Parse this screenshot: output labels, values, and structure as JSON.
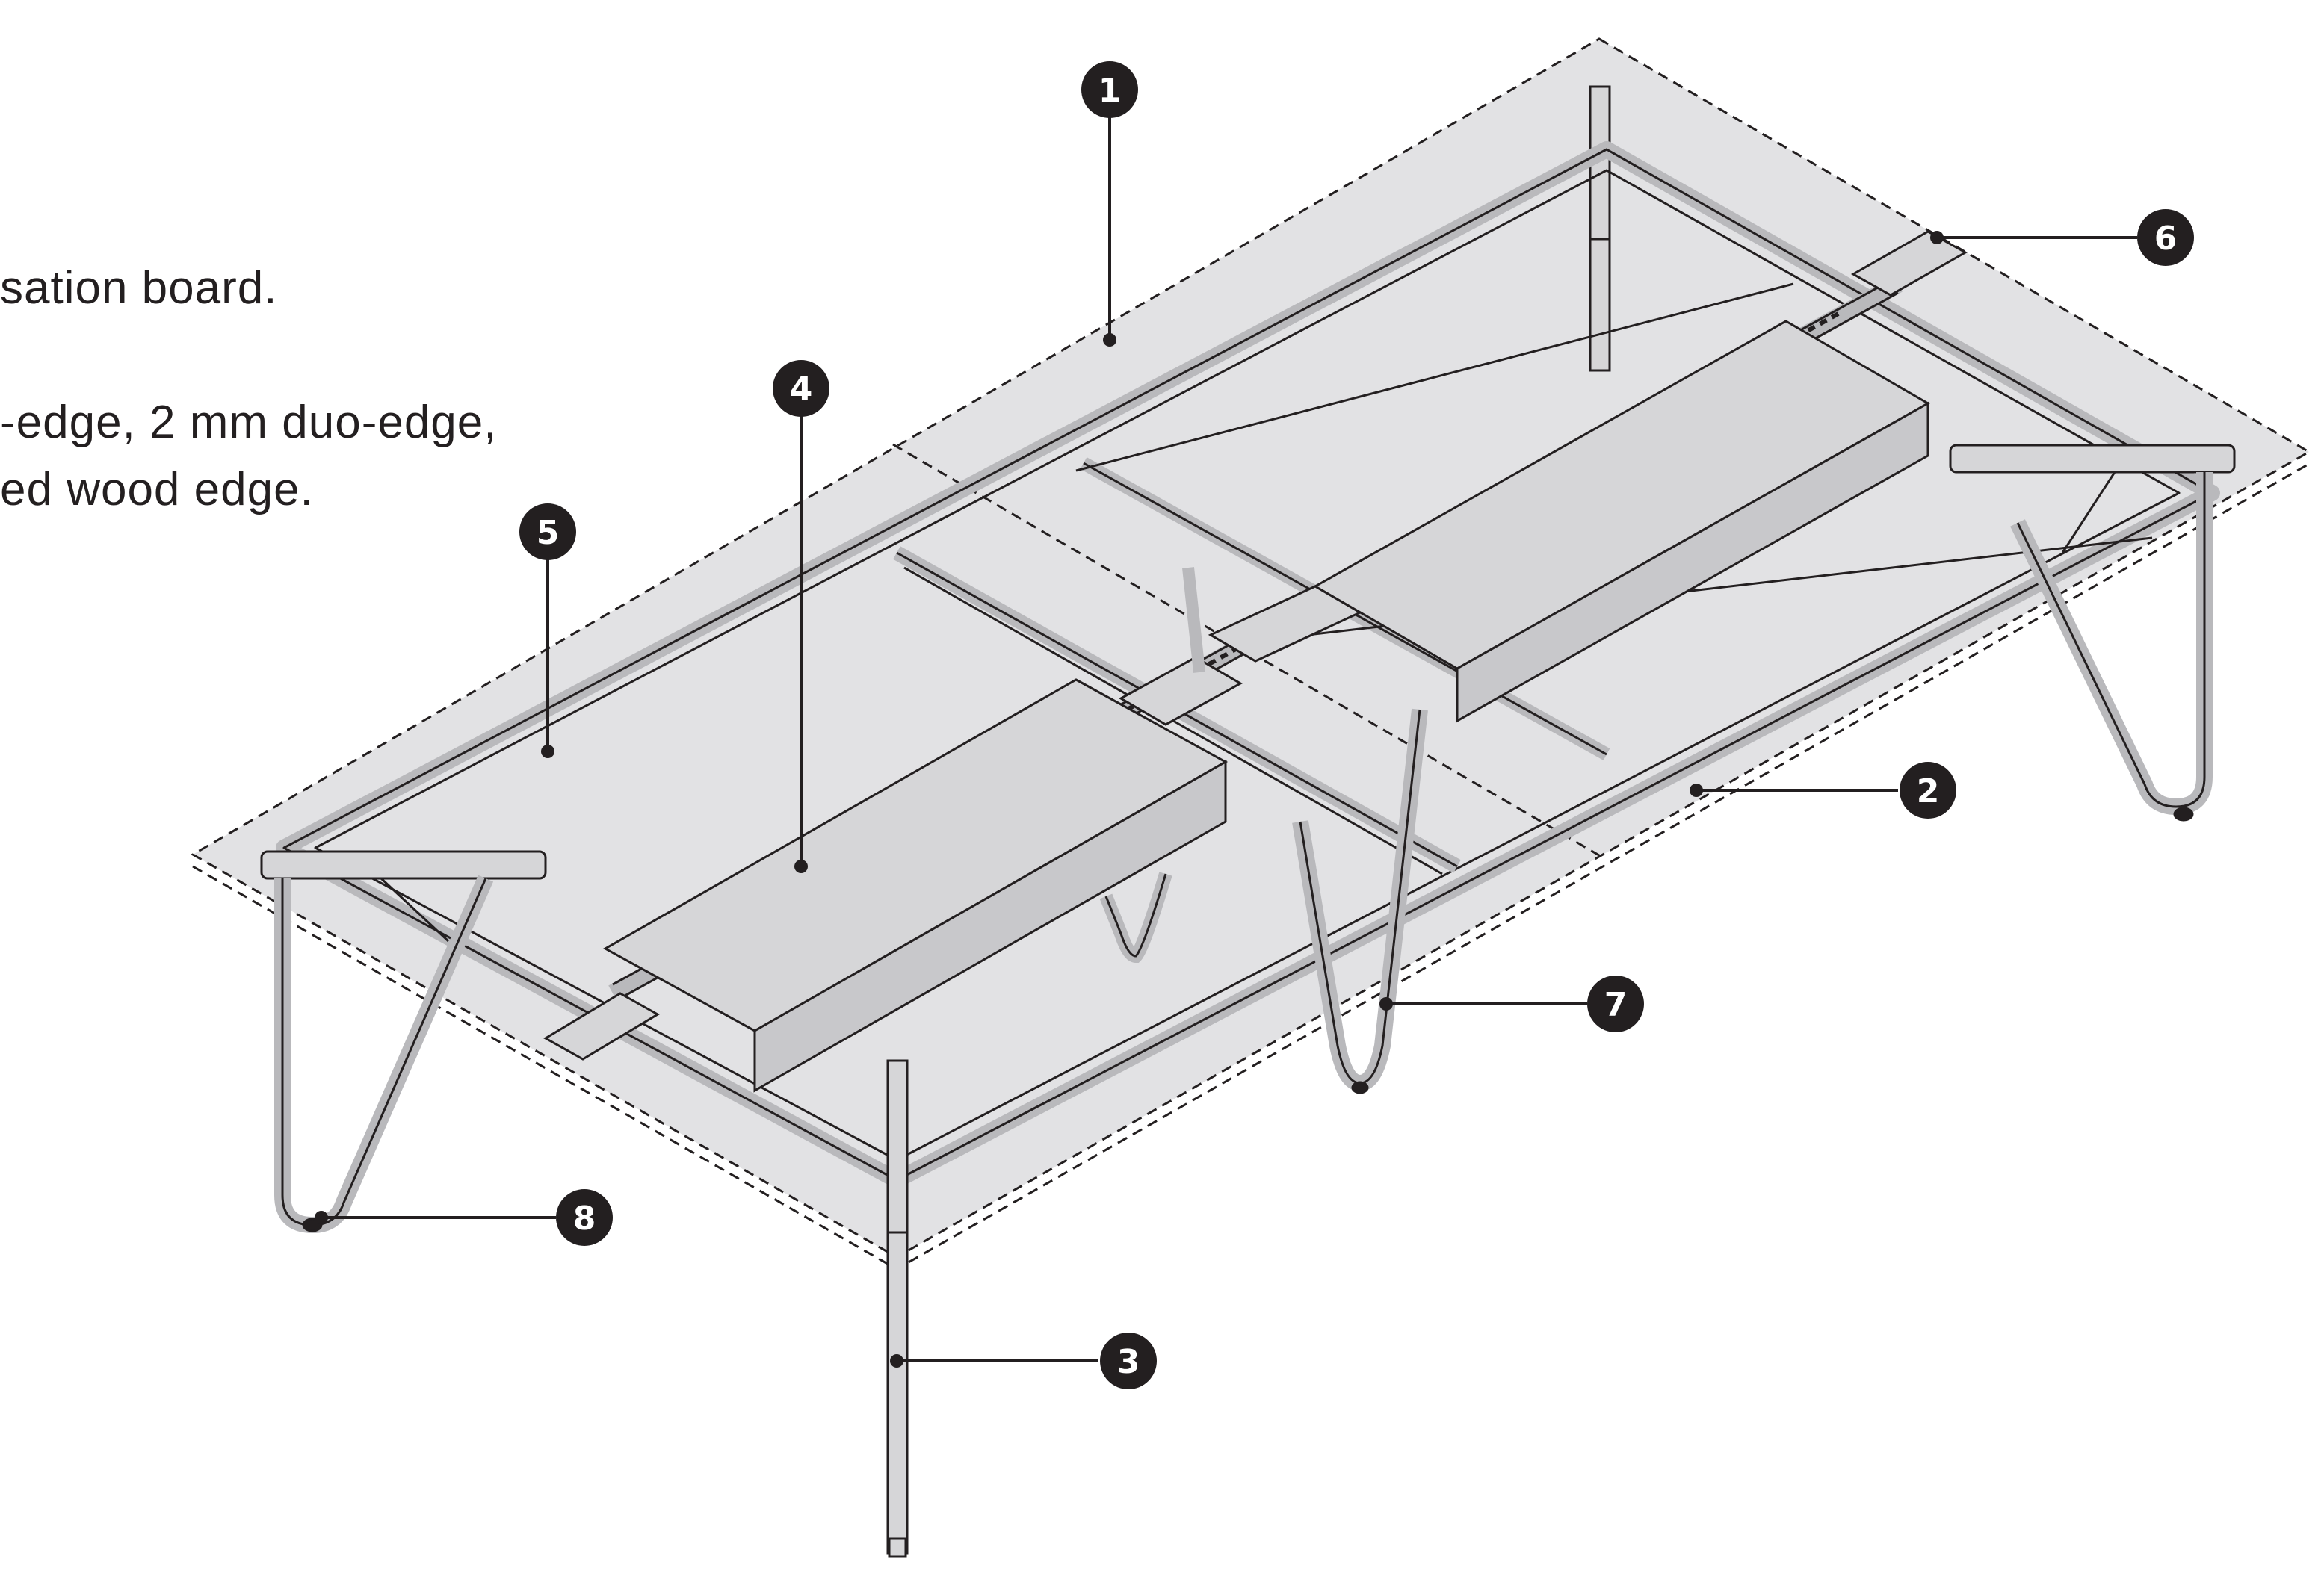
{
  "text_lines": [
    "sation board.",
    "-edge, 2 mm duo-edge,",
    "ed wood edge."
  ],
  "callouts": [
    "1",
    "2",
    "3",
    "4",
    "5",
    "6",
    "7",
    "8"
  ],
  "colors": {
    "ink": "#231f20",
    "top_shade": "#e2e2e4",
    "frame_fill": "#d6d6d8"
  }
}
